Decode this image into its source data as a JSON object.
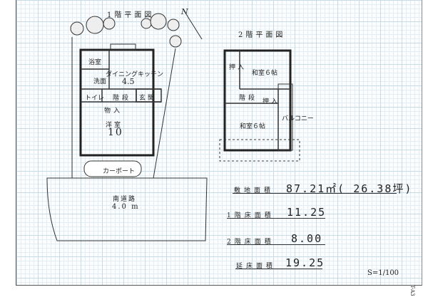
{
  "floor1": {
    "title": "1階平面図",
    "rooms": {
      "bath": "浴室",
      "washroom": "洗面",
      "dk": "ダイニングキッチン",
      "dk_size": "4.5",
      "toilet": "トイレ",
      "stairs": "階段",
      "entrance": "玄関",
      "storage": "物入",
      "western": "洋室",
      "western_size": "10",
      "carport": "カーポート"
    }
  },
  "road": {
    "label": "南道路",
    "width": "4.0 m"
  },
  "north_mark": "N",
  "floor2": {
    "title": "2階平面図",
    "rooms": {
      "closet1": "押入",
      "japanese1": "和室６帖",
      "stairs": "階段",
      "closet2": "押入",
      "balcony": "バルコニー",
      "japanese2": "和室６帖"
    }
  },
  "areas": {
    "site": {
      "label": "敷地面積",
      "value": "87.21㎡( 26.38坪)"
    },
    "floor1": {
      "label": "1階床面積",
      "value": "11.25"
    },
    "floor2": {
      "label": "2階床面積",
      "value": "8.00"
    },
    "total": {
      "label": "延床面積",
      "value": "19.25"
    }
  },
  "scale": "S=1/100",
  "sheet_code": "T-A3"
}
